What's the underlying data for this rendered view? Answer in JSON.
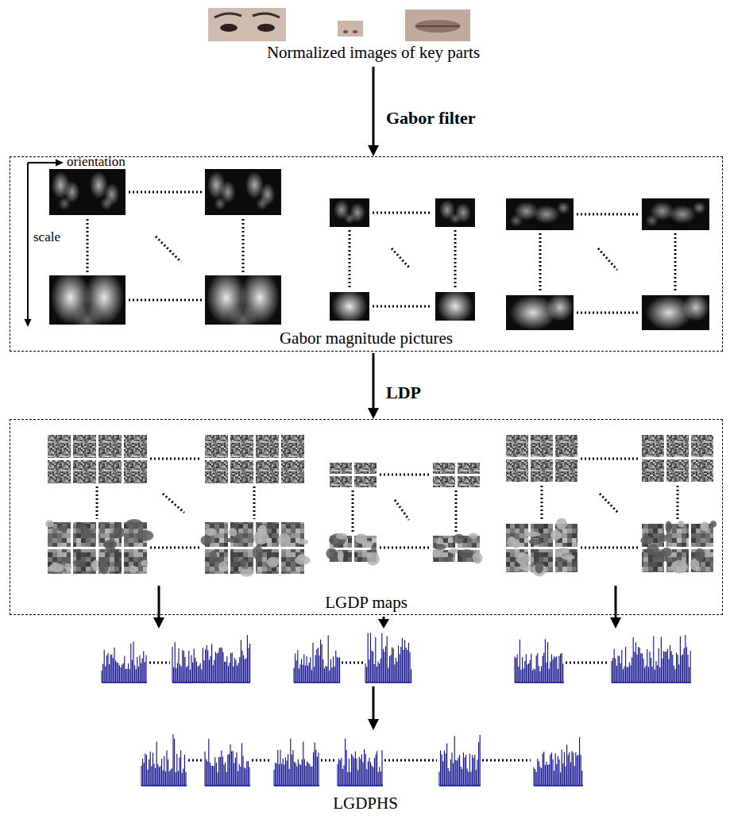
{
  "diagram": {
    "nodes": [
      {
        "text": [
          "Normalized images of key parts"
        ]
      },
      {
        "text": [
          "Gabor magnitude pictures"
        ]
      },
      {
        "text": [
          "LGDP maps"
        ]
      },
      {
        "text": [
          "LGDPHS"
        ]
      }
    ],
    "edges": [
      {
        "from": 0,
        "to": 1,
        "arrow": "to",
        "label": "Gabor filter"
      },
      {
        "from": 1,
        "to": 2,
        "arrow": "to",
        "label": "LDP"
      }
    ],
    "labels": [
      "orientation",
      "scale"
    ]
  }
}
